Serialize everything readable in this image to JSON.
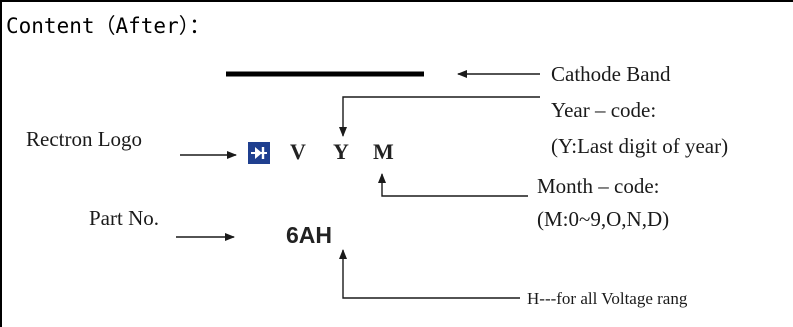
{
  "heading": "Content（After）：",
  "labels": {
    "cathode_band": "Cathode Band",
    "year_code_title": "Year – code:",
    "year_code_desc": "(Y:Last digit of year)",
    "rectron_logo": "Rectron Logo",
    "month_code_title": "Month – code:",
    "month_code_desc": "(M:0~9,O,N,D)",
    "part_no": "Part No.",
    "h_note": "H---for all Voltage rang"
  },
  "marking": {
    "v": "V",
    "y": "Y",
    "m": "M",
    "part_number": "6AH"
  },
  "colors": {
    "logo_fill": "#1f3f8f",
    "band": "#000000"
  },
  "icons": {
    "logo": "diode-logo-icon"
  }
}
